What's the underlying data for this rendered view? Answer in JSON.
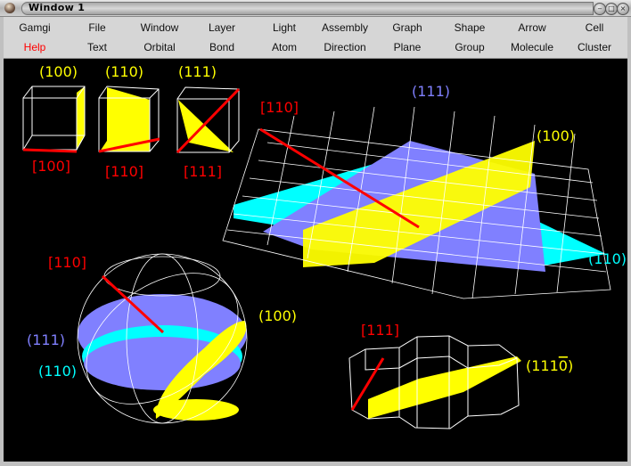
{
  "window": {
    "title": "Window 1",
    "controls": {
      "minimize": "minimize",
      "maximize": "maximize",
      "close": "close"
    }
  },
  "menu": {
    "row1": [
      "Gamgi",
      "File",
      "Window",
      "Layer",
      "Light",
      "Assembly",
      "Graph",
      "Shape",
      "Arrow",
      "Cell"
    ],
    "row2": [
      "Help",
      "Text",
      "Orbital",
      "Bond",
      "Atom",
      "Direction",
      "Plane",
      "Group",
      "Molecule",
      "Cluster"
    ],
    "highlight_color": "#ff0000",
    "highlighted": "Help"
  },
  "scene": {
    "colors": {
      "background": "#000000",
      "plane_100": "#ffff00",
      "plane_110": "#00ffff",
      "plane_111": "#8080ff",
      "direction": "#ff0000",
      "cell": "#ffffff"
    },
    "cubes": [
      {
        "plane": "(100)",
        "direction": "[100]"
      },
      {
        "plane": "(110)",
        "direction": "[110]"
      },
      {
        "plane": "(111)",
        "direction": "[111]"
      }
    ],
    "lattice": {
      "plane_111": "(111)",
      "plane_100": "(100)",
      "plane_110": "(110)",
      "direction": "[110]"
    },
    "sphere": {
      "direction": "[110]",
      "plane_100": "(100)",
      "plane_111": "(111)",
      "plane_110": "(110)"
    },
    "hexagonal": {
      "direction": "[111]",
      "plane": "(1110)",
      "plane_overbar_digit": "0",
      "plane_prefix": "(111",
      "plane_suffix": ")"
    }
  }
}
